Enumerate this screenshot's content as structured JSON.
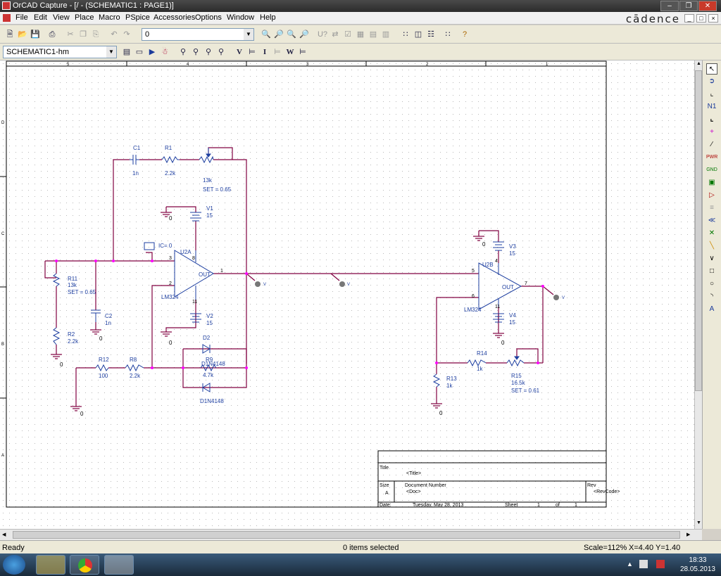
{
  "window": {
    "title": "OrCAD Capture - [/ - (SCHEMATIC1 : PAGE1)]",
    "brand": "cādence"
  },
  "menu": [
    "File",
    "Edit",
    "View",
    "Place",
    "Macro",
    "PSpice",
    "Accessories",
    "Options",
    "Window",
    "Help"
  ],
  "toolbar": {
    "part_combo_value": "0",
    "design_combo_value": "SCHEMATIC1-hm"
  },
  "schematic": {
    "border_numbers": [
      "5",
      "4",
      "3",
      "2",
      "1"
    ],
    "border_letters": [
      "D",
      "C",
      "B",
      "A"
    ],
    "parts": {
      "C1": {
        "ref": "C1",
        "value": "1n"
      },
      "R1": {
        "ref": "R1",
        "value": "2.2k"
      },
      "POT_top": {
        "value": "13k",
        "set": "SET = 0.65"
      },
      "V1": {
        "ref": "V1",
        "value": "15"
      },
      "IC": {
        "label": "IC= 0"
      },
      "U2A": {
        "ref": "U2A",
        "model": "LM324",
        "out": "OUT"
      },
      "R11": {
        "ref": "R11",
        "value": "13k",
        "set": "SET = 0.65"
      },
      "C2": {
        "ref": "C2",
        "value": "1n"
      },
      "R2": {
        "ref": "R2",
        "value": "2.2k"
      },
      "V2": {
        "ref": "V2",
        "value": "15"
      },
      "D2": {
        "ref": "D2",
        "model": "D1N4148"
      },
      "R9": {
        "ref": "R9",
        "value": "4.7k"
      },
      "D4": {
        "model": "D1N4148"
      },
      "R12": {
        "ref": "R12",
        "value": "100"
      },
      "R8": {
        "ref": "R8",
        "value": "2.2k"
      },
      "V3": {
        "ref": "V3",
        "value": "15"
      },
      "U2B": {
        "ref": "U2B",
        "model": "LM324",
        "out": "OUT"
      },
      "V4": {
        "ref": "V4",
        "value": "15"
      },
      "R14": {
        "ref": "R14",
        "value": "1k"
      },
      "R15": {
        "ref": "R15",
        "value": "16.5k",
        "set": "SET = 0.61"
      },
      "R13": {
        "ref": "R13",
        "value": "1k"
      }
    },
    "pins": {
      "p3": "3",
      "p2": "2",
      "p1": "1",
      "p8": "8",
      "p4": "4",
      "p11": "11",
      "p5": "5",
      "p6": "6",
      "p7": "7",
      "p4b": "4",
      "p11b": "11"
    },
    "ground_label": "0",
    "probe_label": "V"
  },
  "title_block": {
    "title_label": "Title",
    "title_value": "<Title>",
    "size_label": "Size",
    "size_value": "A",
    "docnum_label": "Document Number",
    "docnum_value": "<Doc>",
    "rev_label": "Rev",
    "rev_value": "<RevCode>",
    "date_label": "Date:",
    "date_value": "Tuesday, May 28, 2013",
    "sheet_label": "Sheet",
    "sheet_value": "1",
    "of_label": "of",
    "of_value": "1"
  },
  "status": {
    "left": "Ready",
    "middle": "0 items selected",
    "scale": "Scale=112%",
    "coords": "X=4.40  Y=1.40"
  },
  "taskbar": {
    "time": "18:33",
    "date": "28.05.2013"
  },
  "colors": {
    "wire": "#800040",
    "part": "#1e3fa0",
    "junction": "#ff00ff"
  }
}
